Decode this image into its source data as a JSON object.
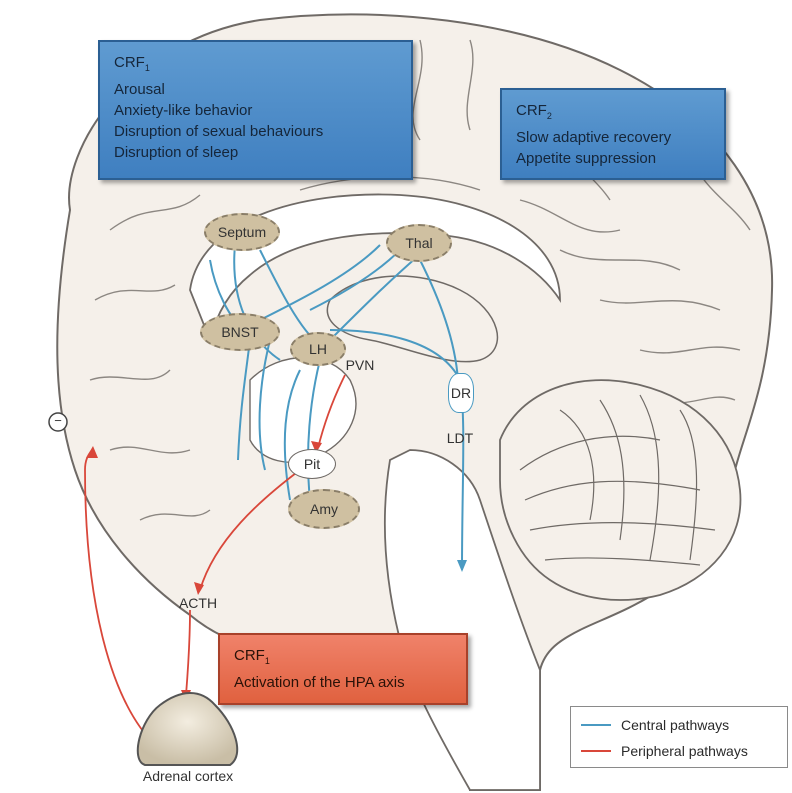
{
  "crf1_box": {
    "title": "CRF",
    "sub": "1",
    "items": [
      "Arousal",
      "Anxiety-like behavior",
      "Disruption of sexual behaviours",
      "Disruption of sleep"
    ]
  },
  "crf2_box": {
    "title": "CRF",
    "sub": "2",
    "items": [
      "Slow adaptive recovery",
      "Appetite suppression"
    ]
  },
  "crf1_hpa_box": {
    "title": "CRF",
    "sub": "1",
    "items": [
      "Activation of the HPA axis"
    ]
  },
  "regions": {
    "septum": "Septum",
    "thal": "Thal",
    "bnst": "BNST",
    "lh": "LH",
    "amy": "Amy",
    "pit": "Pit",
    "dr": "DR"
  },
  "labels": {
    "pvn": "PVN",
    "ldt": "LDT",
    "acth": "ACTH",
    "adrenal": "Adrenal cortex",
    "minus": "−"
  },
  "legend": {
    "central": "Central pathways",
    "peripheral": "Peripheral pathways"
  },
  "colors": {
    "central": "#4a9ac2",
    "peripheral": "#d9473a",
    "blue_box": "#4a8ac8",
    "red_box": "#e8694a",
    "region_fill": "#cfc0a1"
  }
}
